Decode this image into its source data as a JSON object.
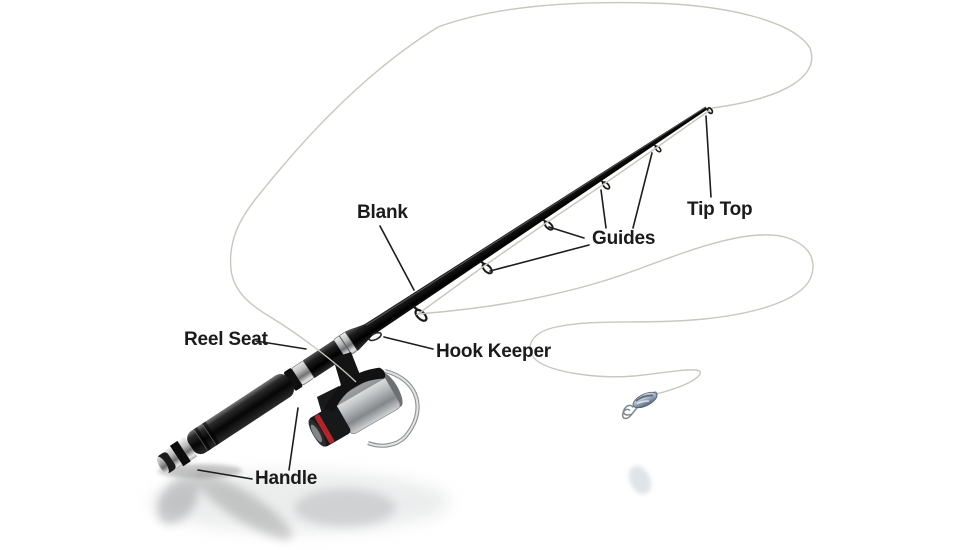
{
  "diagram": {
    "labels": [
      {
        "id": "blank",
        "text": "Blank"
      },
      {
        "id": "tip-top",
        "text": "Tip Top"
      },
      {
        "id": "guides",
        "text": "Guides"
      },
      {
        "id": "reel-seat",
        "text": "Reel Seat"
      },
      {
        "id": "hook-keeper",
        "text": "Hook Keeper"
      },
      {
        "id": "handle",
        "text": "Handle"
      }
    ],
    "colors": {
      "background": "#ffffff",
      "label_text": "#1b1b1b",
      "leader_line": "#1d1d1d",
      "rod_black": "#0e0e0e",
      "fishing_line": "#c9c6bd",
      "reel_silver": "#c8cbcd",
      "drag_ring_red": "#b5242b",
      "lure_blue": "#6b7f95"
    }
  }
}
